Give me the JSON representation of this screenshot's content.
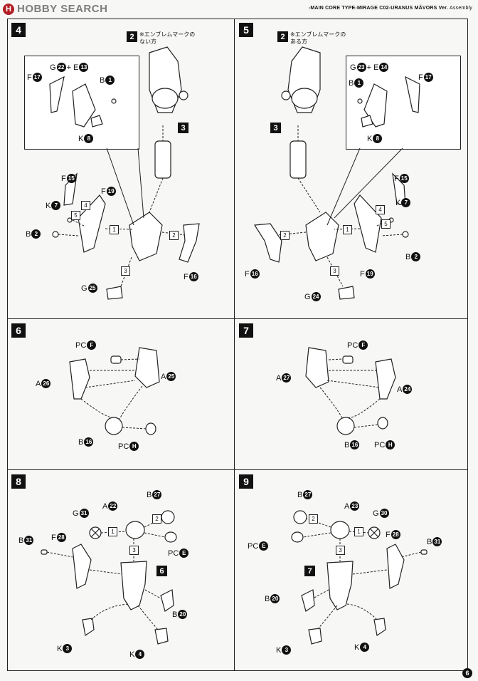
{
  "header": {
    "logo_mark": "H",
    "logo_text": "HOBBY SEARCH",
    "title_line": "-MAIN CORE TYPE-MIRAGE  C02-URANUS",
    "brand": "MÄVORS Ver.",
    "suffix": "Assembly"
  },
  "page_number": "6",
  "steps": [
    {
      "number": "4",
      "sub_step": "2",
      "note": "※エンブレムマークの\nない方",
      "inset_labels": [
        {
          "part": "G",
          "num": "22",
          "extra": "+ E",
          "num2": "13"
        },
        {
          "part": "F",
          "num": "17"
        },
        {
          "part": "B",
          "num": "1"
        },
        {
          "part": "K",
          "num": "8"
        }
      ],
      "ref_step": "3",
      "labels": [
        {
          "part": "F",
          "num": "15"
        },
        {
          "part": "K",
          "num": "7"
        },
        {
          "part": "F",
          "num": "19"
        },
        {
          "part": "B",
          "num": "2"
        },
        {
          "part": "F",
          "num": "16"
        },
        {
          "part": "G",
          "num": "25"
        }
      ],
      "boxes": [
        "4",
        "5",
        "1",
        "2",
        "3"
      ]
    },
    {
      "number": "5",
      "sub_step": "2",
      "note": "※エンブレムマークの\nある方",
      "inset_labels": [
        {
          "part": "G",
          "num": "23",
          "extra": "+ E",
          "num2": "14"
        },
        {
          "part": "B",
          "num": "1"
        },
        {
          "part": "F",
          "num": "17"
        },
        {
          "part": "K",
          "num": "8"
        }
      ],
      "ref_step": "3",
      "labels": [
        {
          "part": "F",
          "num": "15"
        },
        {
          "part": "K",
          "num": "7"
        },
        {
          "part": "F",
          "num": "16"
        },
        {
          "part": "F",
          "num": "19"
        },
        {
          "part": "B",
          "num": "2"
        },
        {
          "part": "G",
          "num": "24"
        }
      ],
      "boxes": [
        "4",
        "5",
        "2",
        "1",
        "3"
      ]
    },
    {
      "number": "6",
      "labels": [
        {
          "part": "PC",
          "num": "F"
        },
        {
          "part": "A",
          "num": "26"
        },
        {
          "part": "A",
          "num": "25"
        },
        {
          "part": "B",
          "num": "16"
        },
        {
          "part": "PC",
          "num": "H"
        }
      ]
    },
    {
      "number": "7",
      "labels": [
        {
          "part": "PC",
          "num": "F"
        },
        {
          "part": "A",
          "num": "27"
        },
        {
          "part": "A",
          "num": "24"
        },
        {
          "part": "B",
          "num": "16"
        },
        {
          "part": "PC",
          "num": "H"
        }
      ]
    },
    {
      "number": "8",
      "ref_step": "6",
      "labels": [
        {
          "part": "B",
          "num": "27"
        },
        {
          "part": "A",
          "num": "22"
        },
        {
          "part": "G",
          "num": "31"
        },
        {
          "part": "B",
          "num": "31"
        },
        {
          "part": "F",
          "num": "28"
        },
        {
          "part": "PC",
          "num": "E"
        },
        {
          "part": "B",
          "num": "20"
        },
        {
          "part": "K",
          "num": "3"
        },
        {
          "part": "K",
          "num": "4"
        }
      ],
      "boxes": [
        "2",
        "1",
        "3"
      ]
    },
    {
      "number": "9",
      "ref_step": "7",
      "labels": [
        {
          "part": "B",
          "num": "27"
        },
        {
          "part": "A",
          "num": "23"
        },
        {
          "part": "G",
          "num": "30"
        },
        {
          "part": "F",
          "num": "28"
        },
        {
          "part": "B",
          "num": "31"
        },
        {
          "part": "PC",
          "num": "E"
        },
        {
          "part": "B",
          "num": "20"
        },
        {
          "part": "K",
          "num": "3"
        },
        {
          "part": "K",
          "num": "4"
        }
      ],
      "boxes": [
        "2",
        "1",
        "3"
      ]
    }
  ]
}
